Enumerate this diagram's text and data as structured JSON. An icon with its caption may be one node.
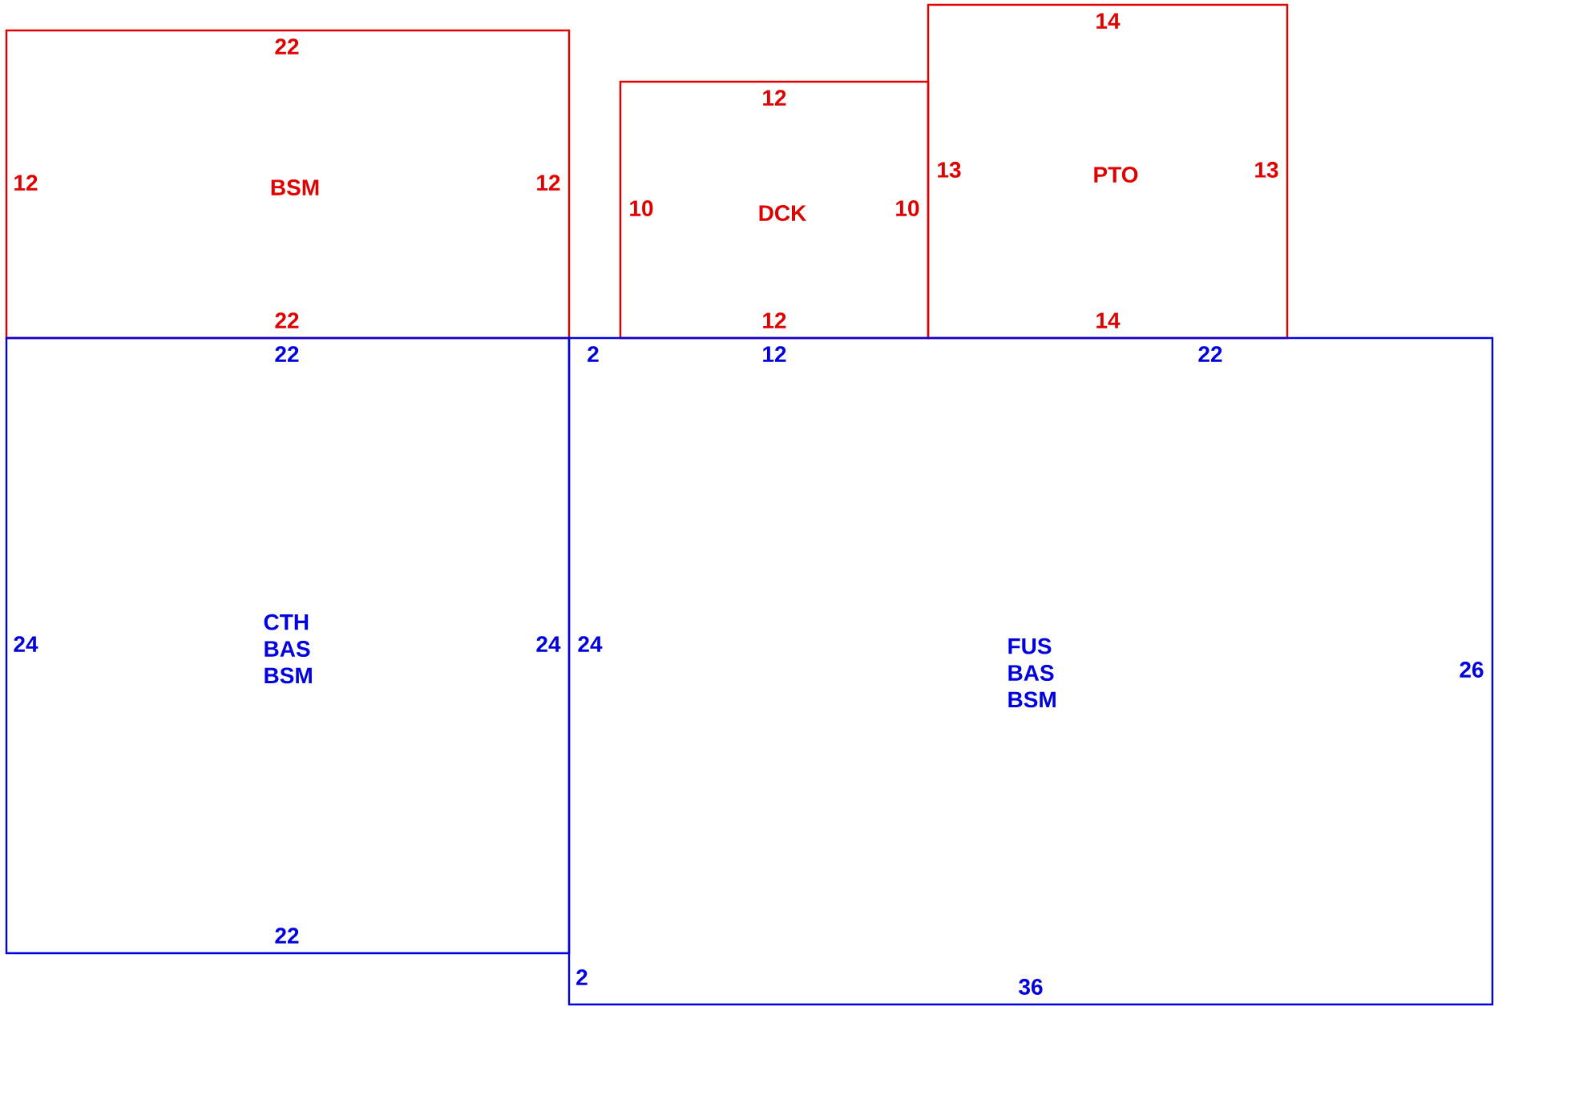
{
  "diagram": {
    "nodes": [
      {
        "text": [
          "22",
          "12",
          "BSM",
          "12",
          "22"
        ]
      },
      {
        "text": [
          "12",
          "10",
          "DCK",
          "10",
          "12"
        ]
      },
      {
        "text": [
          "14",
          "13",
          "PTO",
          "13",
          "14"
        ]
      },
      {
        "text": [
          "22",
          "24",
          "CTH BAS BSM",
          "24",
          "22"
        ]
      },
      {
        "text": [
          "2",
          "12",
          "22",
          "24",
          "FUS BAS BSM",
          "26",
          "2",
          "36"
        ]
      }
    ]
  }
}
